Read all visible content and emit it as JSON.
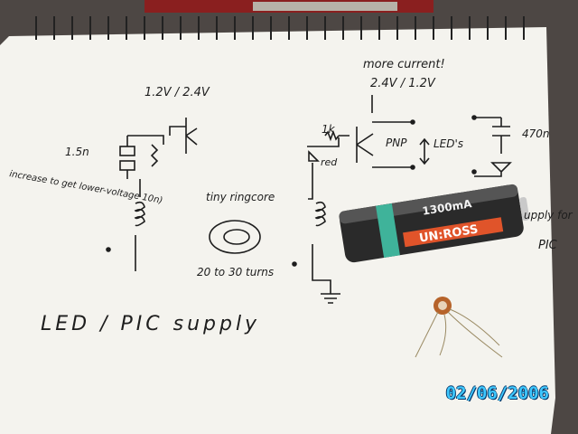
{
  "photo": {
    "date_stamp": "02/06/2006",
    "sketch_labels": {
      "more_current": "more current!",
      "voltage_right": "2.4V / 1.2V",
      "voltage_left": "1.2V / 2.4V",
      "resistor_1k": "1k",
      "pnp": "PNP",
      "leds": "LED's",
      "capacitor": "470n",
      "red": "red",
      "inductor_value": "1.5n",
      "increase_note": "increase to get lower-voltage 10n)",
      "ringcore": "tiny ringcore",
      "turns": "20 to 30 turns",
      "title": "LED / PIC supply",
      "supply_for": "upply for",
      "pic": "PIC"
    },
    "battery": {
      "brand": "UN:ROSS",
      "capacity": "1300mA"
    }
  },
  "colors": {
    "paper": "#f4f3ee",
    "ink": "#1d1d1d",
    "stamp": "#3ec8ff",
    "battery_body": "#2a2a2a",
    "battery_label": "#e0542a",
    "battery_band": "#3fb39a"
  }
}
